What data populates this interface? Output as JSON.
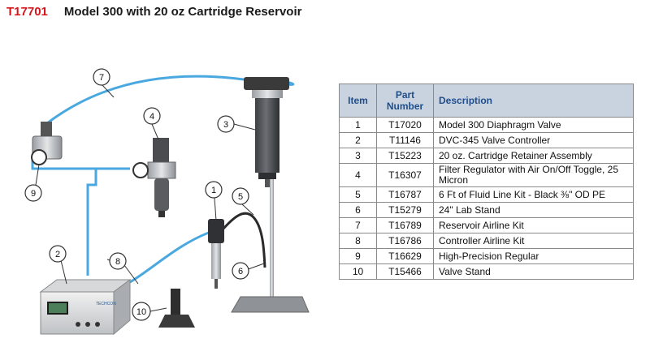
{
  "title": {
    "code": "T17701",
    "name": "Model 300 with 20 oz Cartridge Reservoir"
  },
  "colors": {
    "title_code": "#d4161c",
    "header_bg": "#c9d3df",
    "header_text": "#1f4e8c",
    "tubing": "#4aa8e0"
  },
  "table": {
    "headers": {
      "item": "Item",
      "part_number": "Part Number",
      "description": "Description"
    },
    "rows": [
      {
        "item": "1",
        "part": "T17020",
        "desc": "Model 300 Diaphragm Valve"
      },
      {
        "item": "2",
        "part": "T11146",
        "desc": "DVC-345 Valve Controller"
      },
      {
        "item": "3",
        "part": "T15223",
        "desc": "20 oz. Cartridge Retainer Assembly"
      },
      {
        "item": "4",
        "part": "T16307",
        "desc": "Filter Regulator with Air On/Off Toggle, 25 Micron"
      },
      {
        "item": "5",
        "part": "T16787",
        "desc": "6 Ft of Fluid Line Kit - Black ⅜\" OD PE"
      },
      {
        "item": "6",
        "part": "T15279",
        "desc": "24\" Lab Stand"
      },
      {
        "item": "7",
        "part": "T16789",
        "desc": "Reservoir Airline Kit"
      },
      {
        "item": "8",
        "part": "T16786",
        "desc": "Controller Airline Kit"
      },
      {
        "item": "9",
        "part": "T16629",
        "desc": "High-Precision Regular"
      },
      {
        "item": "10",
        "part": "T15466",
        "desc": "Valve Stand"
      }
    ]
  },
  "callouts": [
    "1",
    "2",
    "3",
    "4",
    "5",
    "6",
    "7",
    "8",
    "9",
    "10"
  ],
  "controller_brand": "TECHCON"
}
